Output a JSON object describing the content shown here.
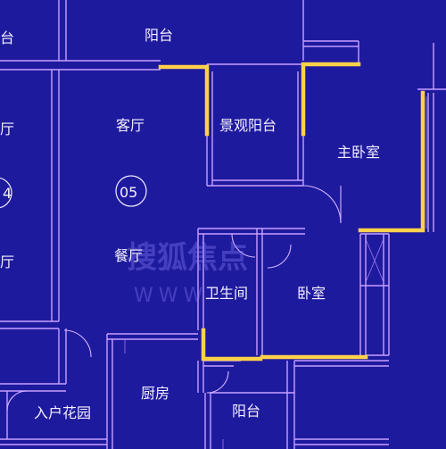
{
  "rooms": {
    "left_top": "台",
    "balcony_top": "阳台",
    "left_living": "厅",
    "living": "客厅",
    "view_balcony": "景观阳台",
    "master_bedroom": "主卧室",
    "left_unit": "4",
    "unit_number": "05",
    "left_dining": "厅",
    "dining": "餐厅",
    "bathroom": "卫生间",
    "bedroom": "卧室",
    "kitchen": "厨房",
    "entry_garden": "入户花园",
    "balcony_bottom": "阳台"
  },
  "colors": {
    "background": "#1e1a9e",
    "walls": "#c7a0ff",
    "highlight_walls": "#ffd24a",
    "text": "#f4f0ff"
  }
}
